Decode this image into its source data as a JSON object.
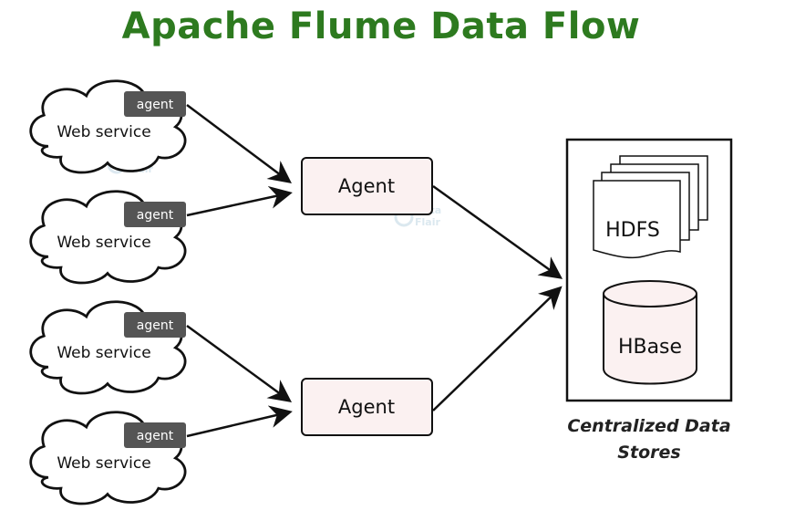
{
  "title": "Apache Flume Data Flow",
  "sources": [
    {
      "label": "Web service",
      "tag": "agent"
    },
    {
      "label": "Web service",
      "tag": "agent"
    },
    {
      "label": "Web service",
      "tag": "agent"
    },
    {
      "label": "Web service",
      "tag": "agent"
    }
  ],
  "agents": [
    {
      "label": "Agent"
    },
    {
      "label": "Agent"
    }
  ],
  "stores": {
    "hdfs": "HDFS",
    "hbase": "HBase",
    "caption_line1": "Centralized Data",
    "caption_line2": "Stores"
  },
  "watermark": {
    "line1": "Data",
    "line2": "Flair"
  },
  "colors": {
    "title": "#2d7a1f",
    "tag_bg": "#555555",
    "agent_fill": "#fbf1f1"
  }
}
